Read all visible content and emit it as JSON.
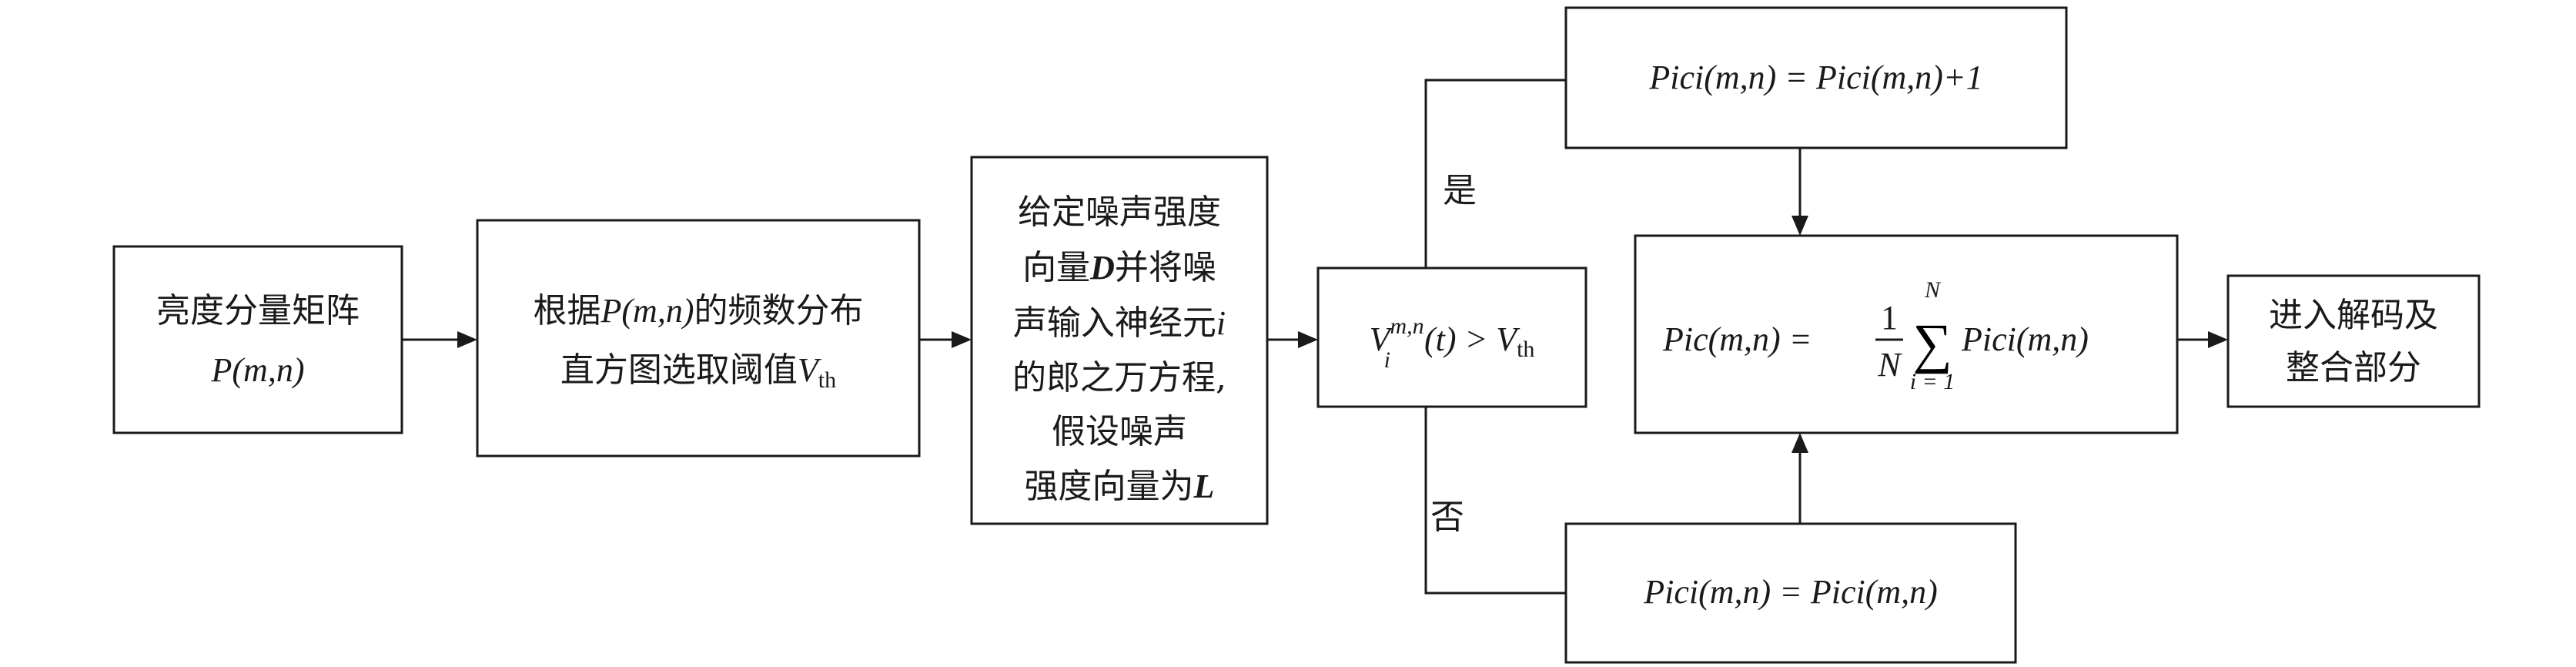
{
  "nodes": {
    "luminance": {
      "line1": "亮度分量矩阵",
      "line2_var": "P",
      "line2_args": "(m,n)"
    },
    "histogram": {
      "line1_prefix": "根据",
      "line1_var": "P",
      "line1_args": "(m,n)",
      "line1_suffix": "的频数分布",
      "line2_prefix": "直方图选取阈值",
      "line2_var": "V",
      "line2_sub": "th"
    },
    "noise": {
      "line1": "给定噪声强度",
      "line2_prefix": "向量",
      "line2_var": "D",
      "line2_suffix": "并将噪",
      "line3_prefix": "声输入神经元",
      "line3_var": "i",
      "line4": "的郎之万方程,",
      "line5": "假设噪声",
      "line6_prefix": "强度向量为",
      "line6_var": "L"
    },
    "condition": {
      "var": "V",
      "sup": "m,n",
      "sub": "i",
      "args": "(t) > ",
      "rhs_var": "V",
      "rhs_sub": "th"
    },
    "yes_box": {
      "text": "Pici(m,n) = Pici(m,n)+1"
    },
    "no_box": {
      "text": "Pici(m,n) = Pici(m,n)"
    },
    "sum_box": {
      "lhs": "Pic(m,n) = ",
      "frac_num": "1",
      "frac_den": "N",
      "sum_top": "N",
      "sum_bottom": "i = 1",
      "term": "Pici(m,n)"
    },
    "decode": {
      "line1": "进入解码及",
      "line2": "整合部分"
    }
  },
  "edge_labels": {
    "yes": "是",
    "no": "否"
  }
}
